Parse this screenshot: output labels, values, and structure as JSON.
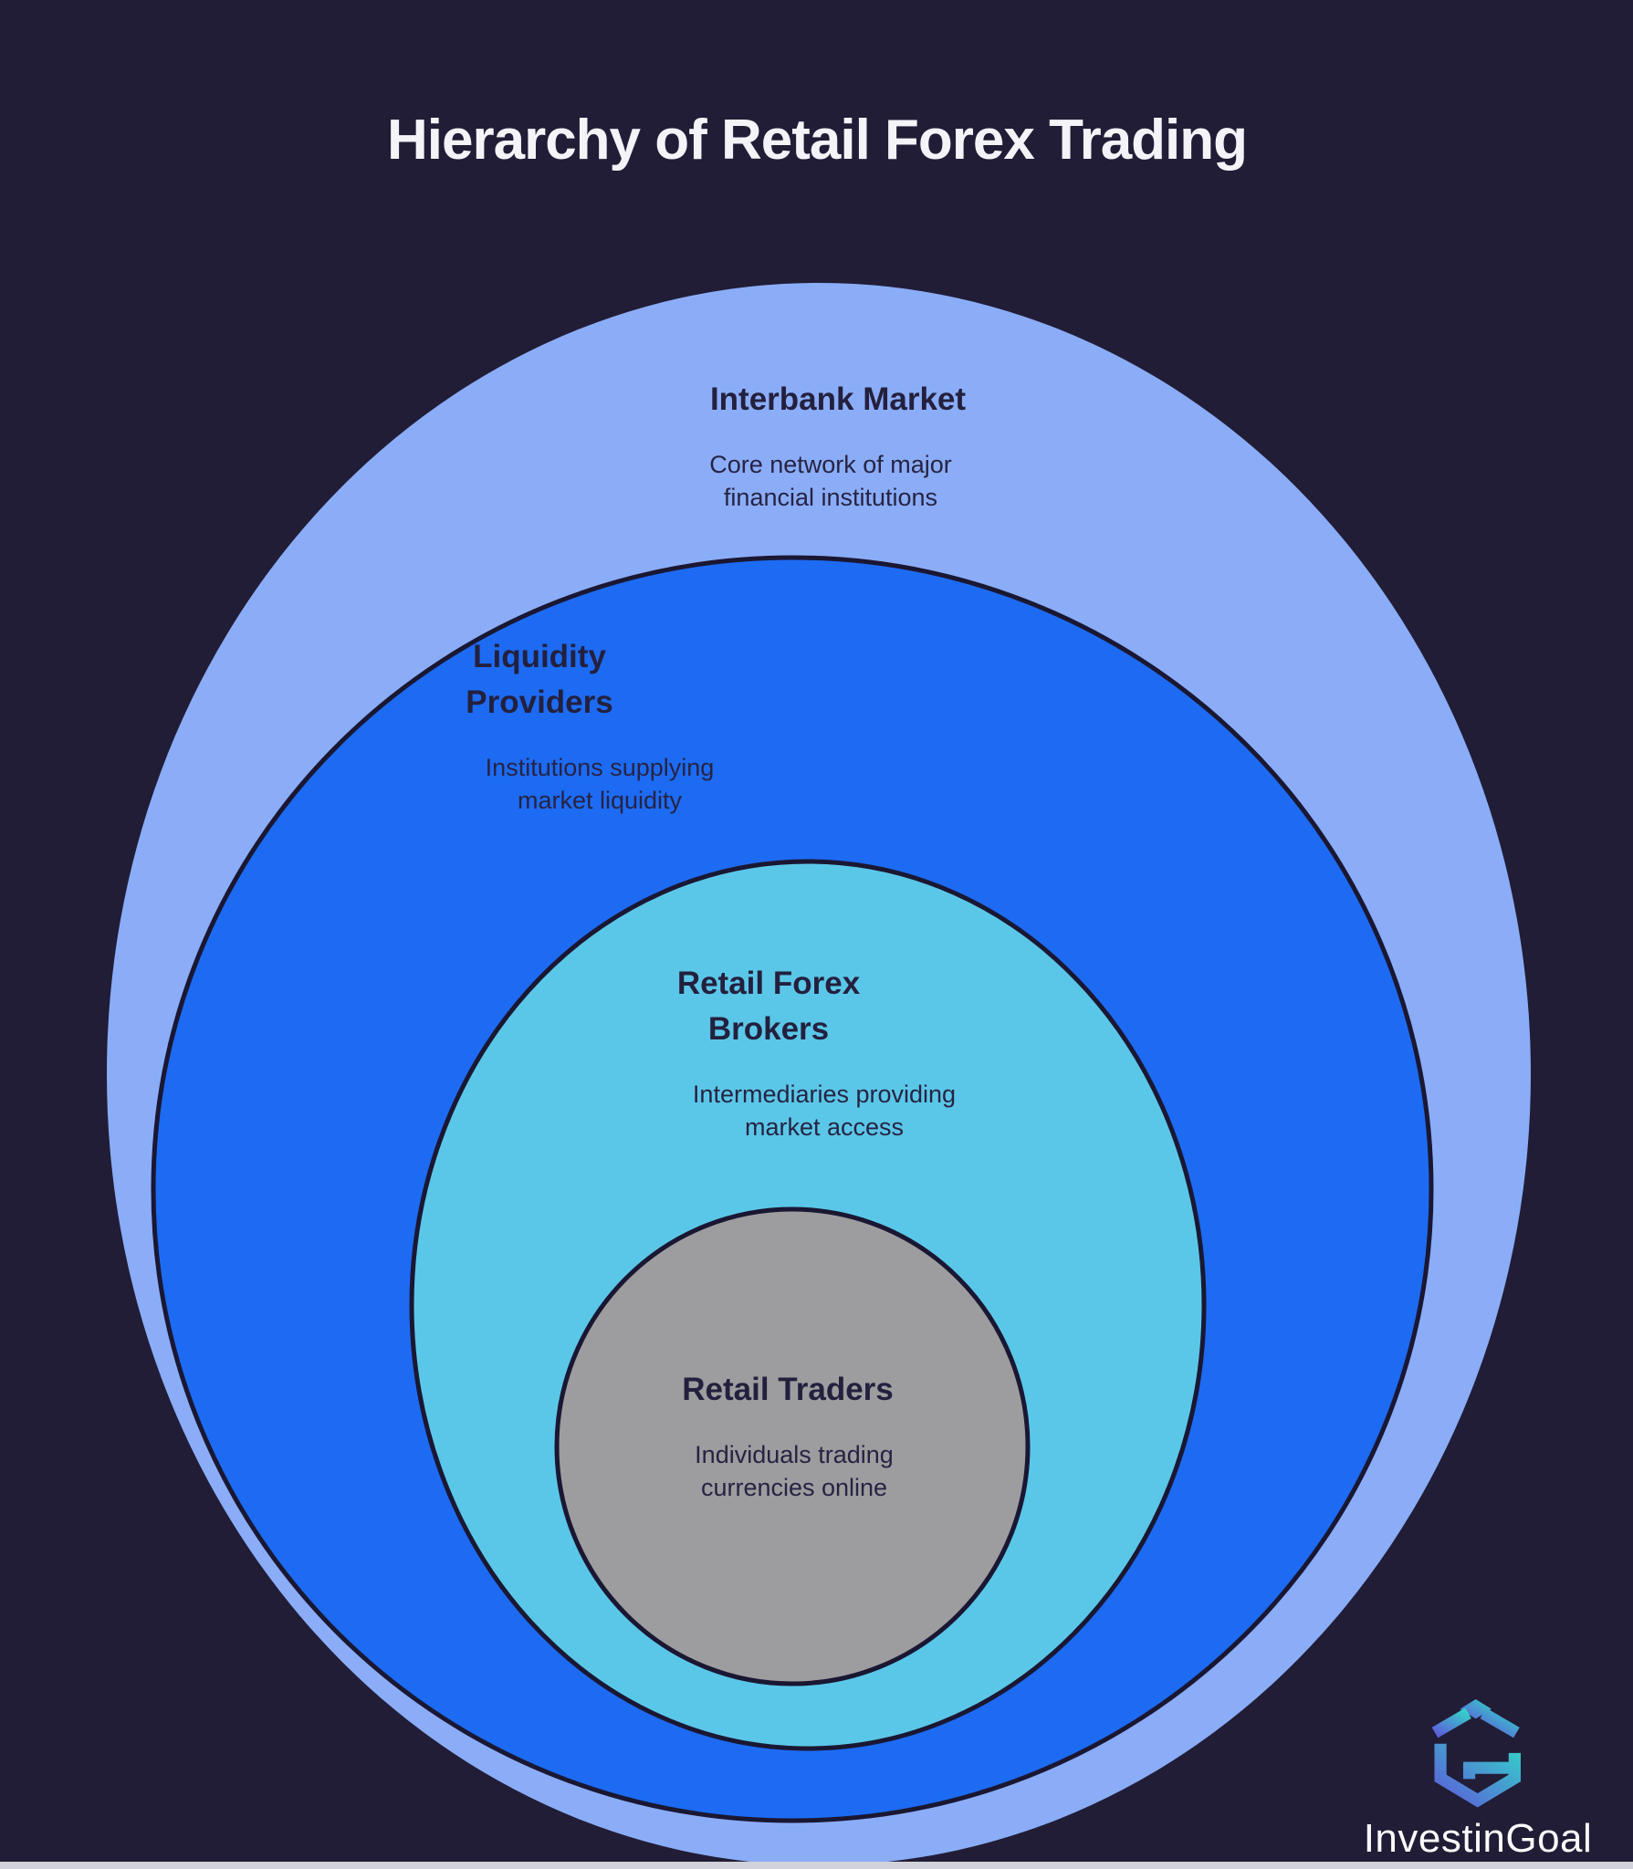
{
  "title": "Hierarchy of Retail Forex Trading",
  "background_color": "#211d36",
  "outline_color": "#1a1733",
  "text_color": "#23203e",
  "rings": [
    {
      "id": "interbank-market",
      "label": "Interbank Market",
      "description": "Core network of major\nfinancial institutions",
      "color": "#8badf8"
    },
    {
      "id": "liquidity-providers",
      "label": "Liquidity\nProviders",
      "description": "Institutions supplying\nmarket liquidity",
      "color": "#1d6bf3"
    },
    {
      "id": "retail-forex-brokers",
      "label": "Retail Forex\nBrokers",
      "description": "Intermediaries providing\nmarket access",
      "color": "#5bc7e8"
    },
    {
      "id": "retail-traders",
      "label": "Retail Traders",
      "description": "Individuals trading\ncurrencies online",
      "color": "#9d9d9f"
    }
  ],
  "logo": {
    "name": "InvestinGoal",
    "icon": "investingoal-hexagon-g-icon",
    "gradient_start": "#5b5fd9",
    "gradient_end": "#35d0c9"
  },
  "footer_bar_color": "#d2d2da"
}
